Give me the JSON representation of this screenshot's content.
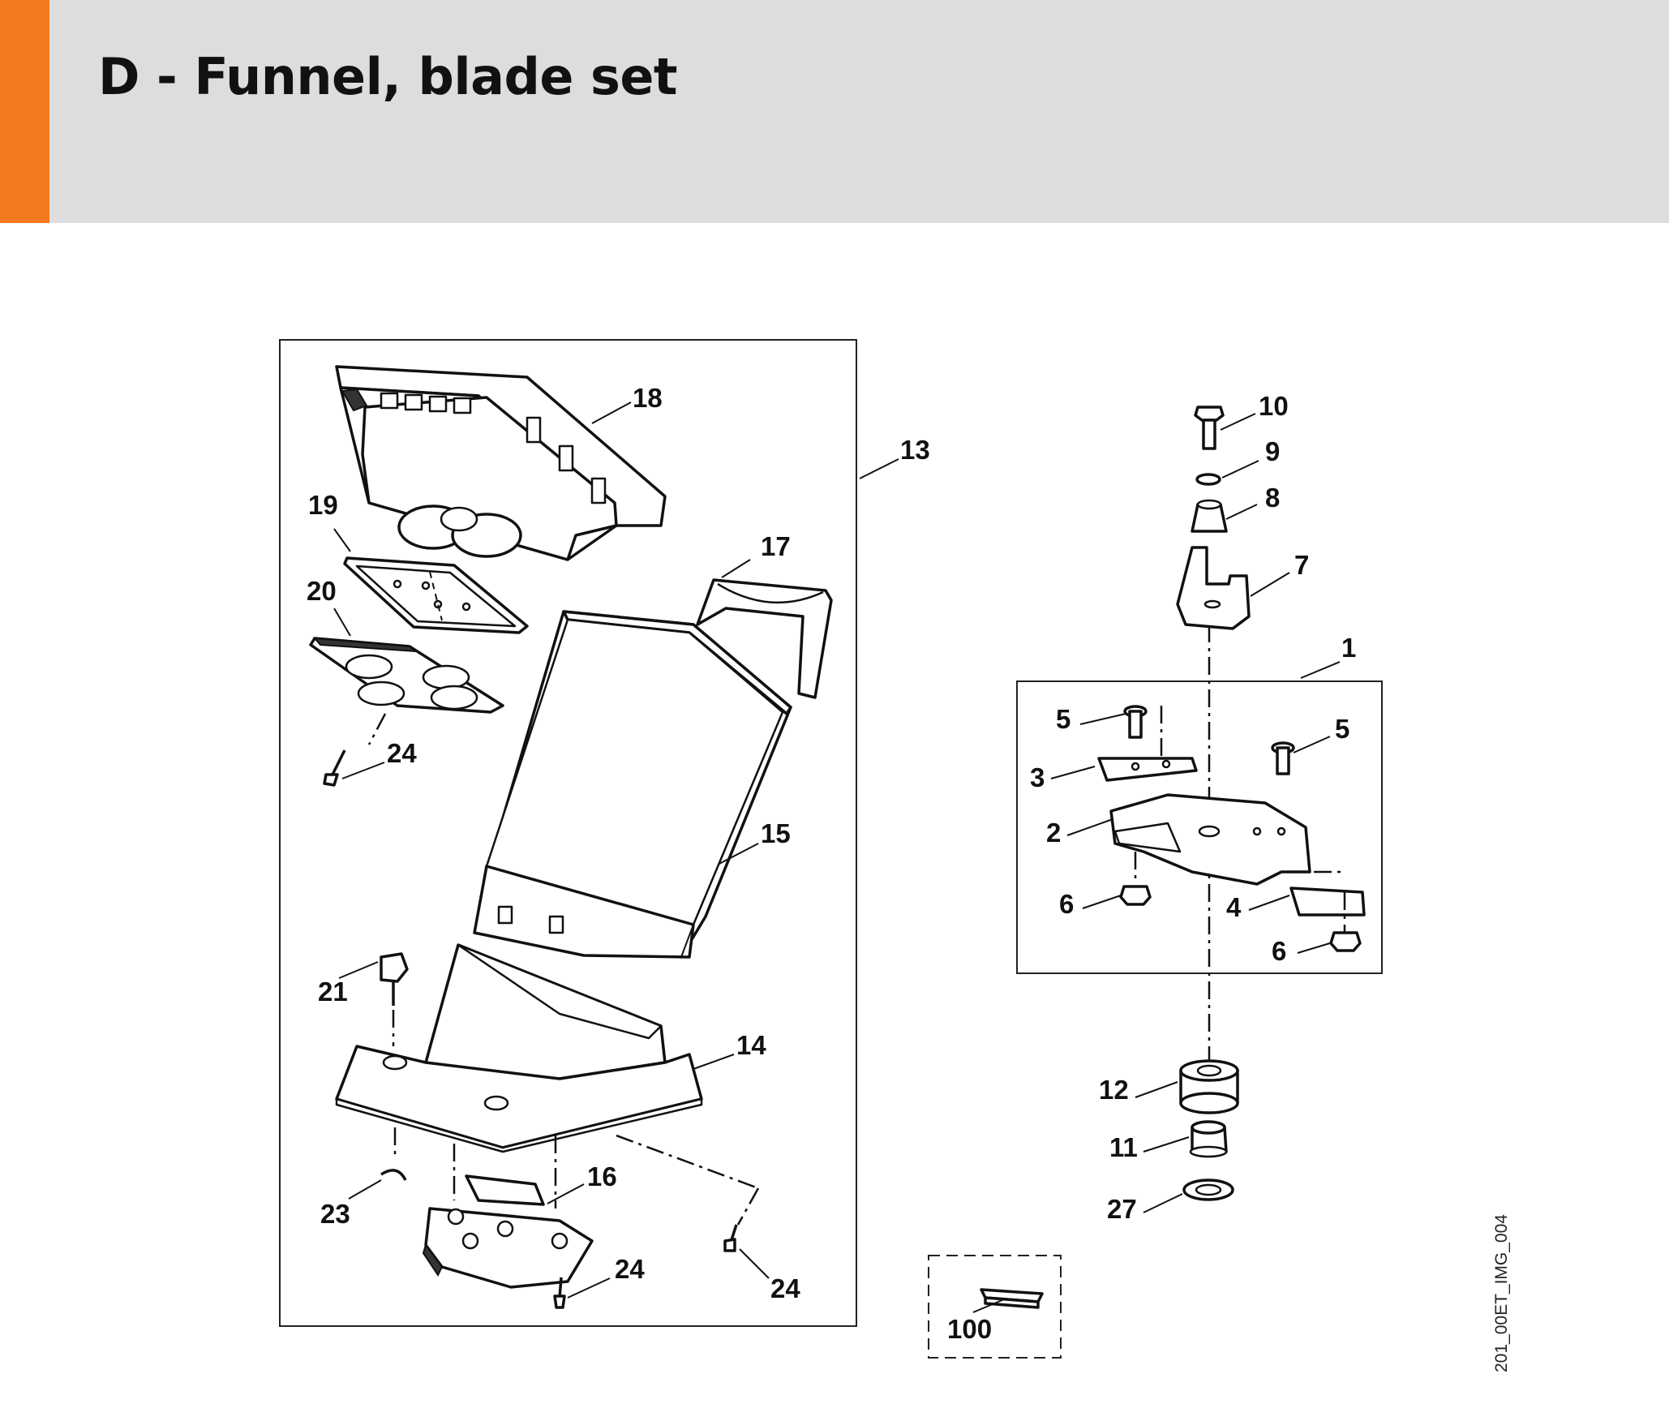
{
  "header": {
    "title": "D - Funnel, blade set",
    "accent_color": "#f37a1f",
    "background_color": "#dcdddc"
  },
  "diagram": {
    "image_reference": "201_00ET_IMG_004",
    "callouts": {
      "c1": "1",
      "c2": "2",
      "c3": "3",
      "c4": "4",
      "c5a": "5",
      "c5b": "5",
      "c6a": "6",
      "c6b": "6",
      "c7": "7",
      "c8": "8",
      "c9": "9",
      "c10": "10",
      "c11": "11",
      "c12": "12",
      "c13": "13",
      "c14": "14",
      "c15": "15",
      "c16": "16",
      "c17": "17",
      "c18": "18",
      "c19": "19",
      "c20": "20",
      "c21": "21",
      "c23": "23",
      "c24a": "24",
      "c24b": "24",
      "c24c": "24",
      "c27": "27",
      "c100": "100"
    }
  }
}
